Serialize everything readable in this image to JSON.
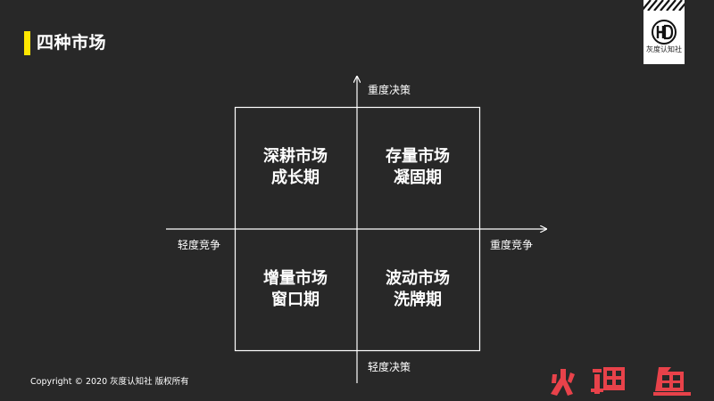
{
  "header": {
    "title": "四种市场",
    "accent_color": "#ffe600"
  },
  "logo": {
    "text": "灰度认知社",
    "icon": "hd-logo-icon"
  },
  "matrix": {
    "axis_labels": {
      "top": "重度决策",
      "bottom": "轻度决策",
      "left": "轻度竞争",
      "right": "重度竞争"
    },
    "quadrants": {
      "top_left": {
        "line1": "深耕市场",
        "line2": "成长期"
      },
      "top_right": {
        "line1": "存量市场",
        "line2": "凝固期"
      },
      "bottom_left": {
        "line1": "增量市场",
        "line2": "窗口期"
      },
      "bottom_right": {
        "line1": "波动市场",
        "line2": "洗牌期"
      }
    }
  },
  "footer": {
    "copyright": "Copyright © 2020 灰度认知社 版权所有"
  },
  "watermark": {
    "text": "火鲤鱼",
    "color": "#e8424a"
  }
}
